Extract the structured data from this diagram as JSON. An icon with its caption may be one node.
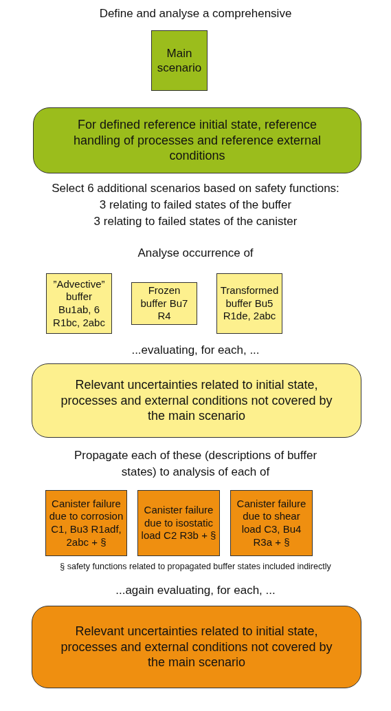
{
  "diagram": {
    "nodes": [
      {
        "text": [
          "Main scenario"
        ]
      },
      {
        "text": [
          "For defined reference initial state, reference handling of processes and reference external conditions"
        ]
      },
      {
        "text": [
          "”Advective” buffer Bu1ab, 6 R1bc, 2abc"
        ]
      },
      {
        "text": [
          "Frozen buffer Bu7 R4"
        ]
      },
      {
        "text": [
          "Transformed buffer Bu5 R1de, 2abc"
        ]
      },
      {
        "text": [
          "Relevant uncertainties related to initial state, processes and external conditions not covered by the main scenario"
        ]
      },
      {
        "text": [
          "Canister failure due to corrosion C1, Bu3 R1adf, 2abc + §"
        ]
      },
      {
        "text": [
          "Canister failure due to isostatic load C2 R3b + §"
        ]
      },
      {
        "text": [
          "Canister failure due to shear load C3, Bu4 R3a + §"
        ]
      },
      {
        "text": [
          "Relevant uncertainties related to initial state, processes and external conditions not covered by the main scenario"
        ]
      }
    ],
    "labels": [
      "Define and analyse a comprehensive",
      "Select 6 additional scenarios based on safety functions:",
      "3 relating to failed states of the buffer",
      "3 relating to failed states of the canister",
      "Analyse occurrence of",
      "...evaluating, for each, ...",
      "Propagate each of these (descriptions of buffer states) to analysis of each of",
      "§ safety functions related to propagated buffer states included indirectly",
      "...again evaluating, for each, ..."
    ]
  }
}
